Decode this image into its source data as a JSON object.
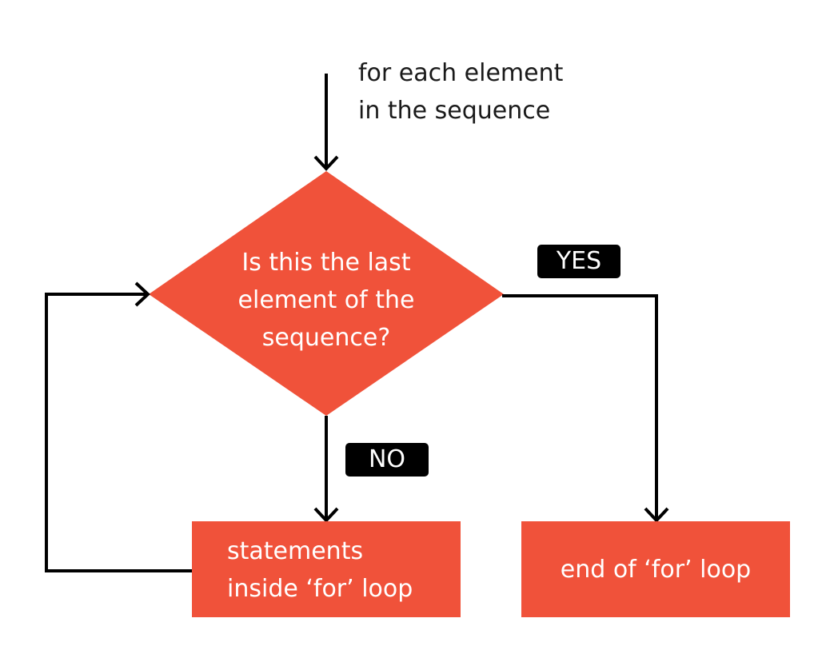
{
  "colors": {
    "shape_fill": "#f0523a",
    "line": "#000000",
    "badge_bg": "#000000",
    "text_dark": "#1a1a1a",
    "text_light": "#ffffff"
  },
  "diagram": {
    "entry_label": {
      "line1": "for each element",
      "line2": "in the sequence"
    },
    "decision": {
      "line1": "Is this the last",
      "line2": "element of the",
      "line3": "sequence?"
    },
    "yes_label": "YES",
    "no_label": "NO",
    "loop_body": {
      "line1": "statements",
      "line2": "inside ‘for’ loop"
    },
    "loop_end": "end of ‘for’ loop"
  }
}
